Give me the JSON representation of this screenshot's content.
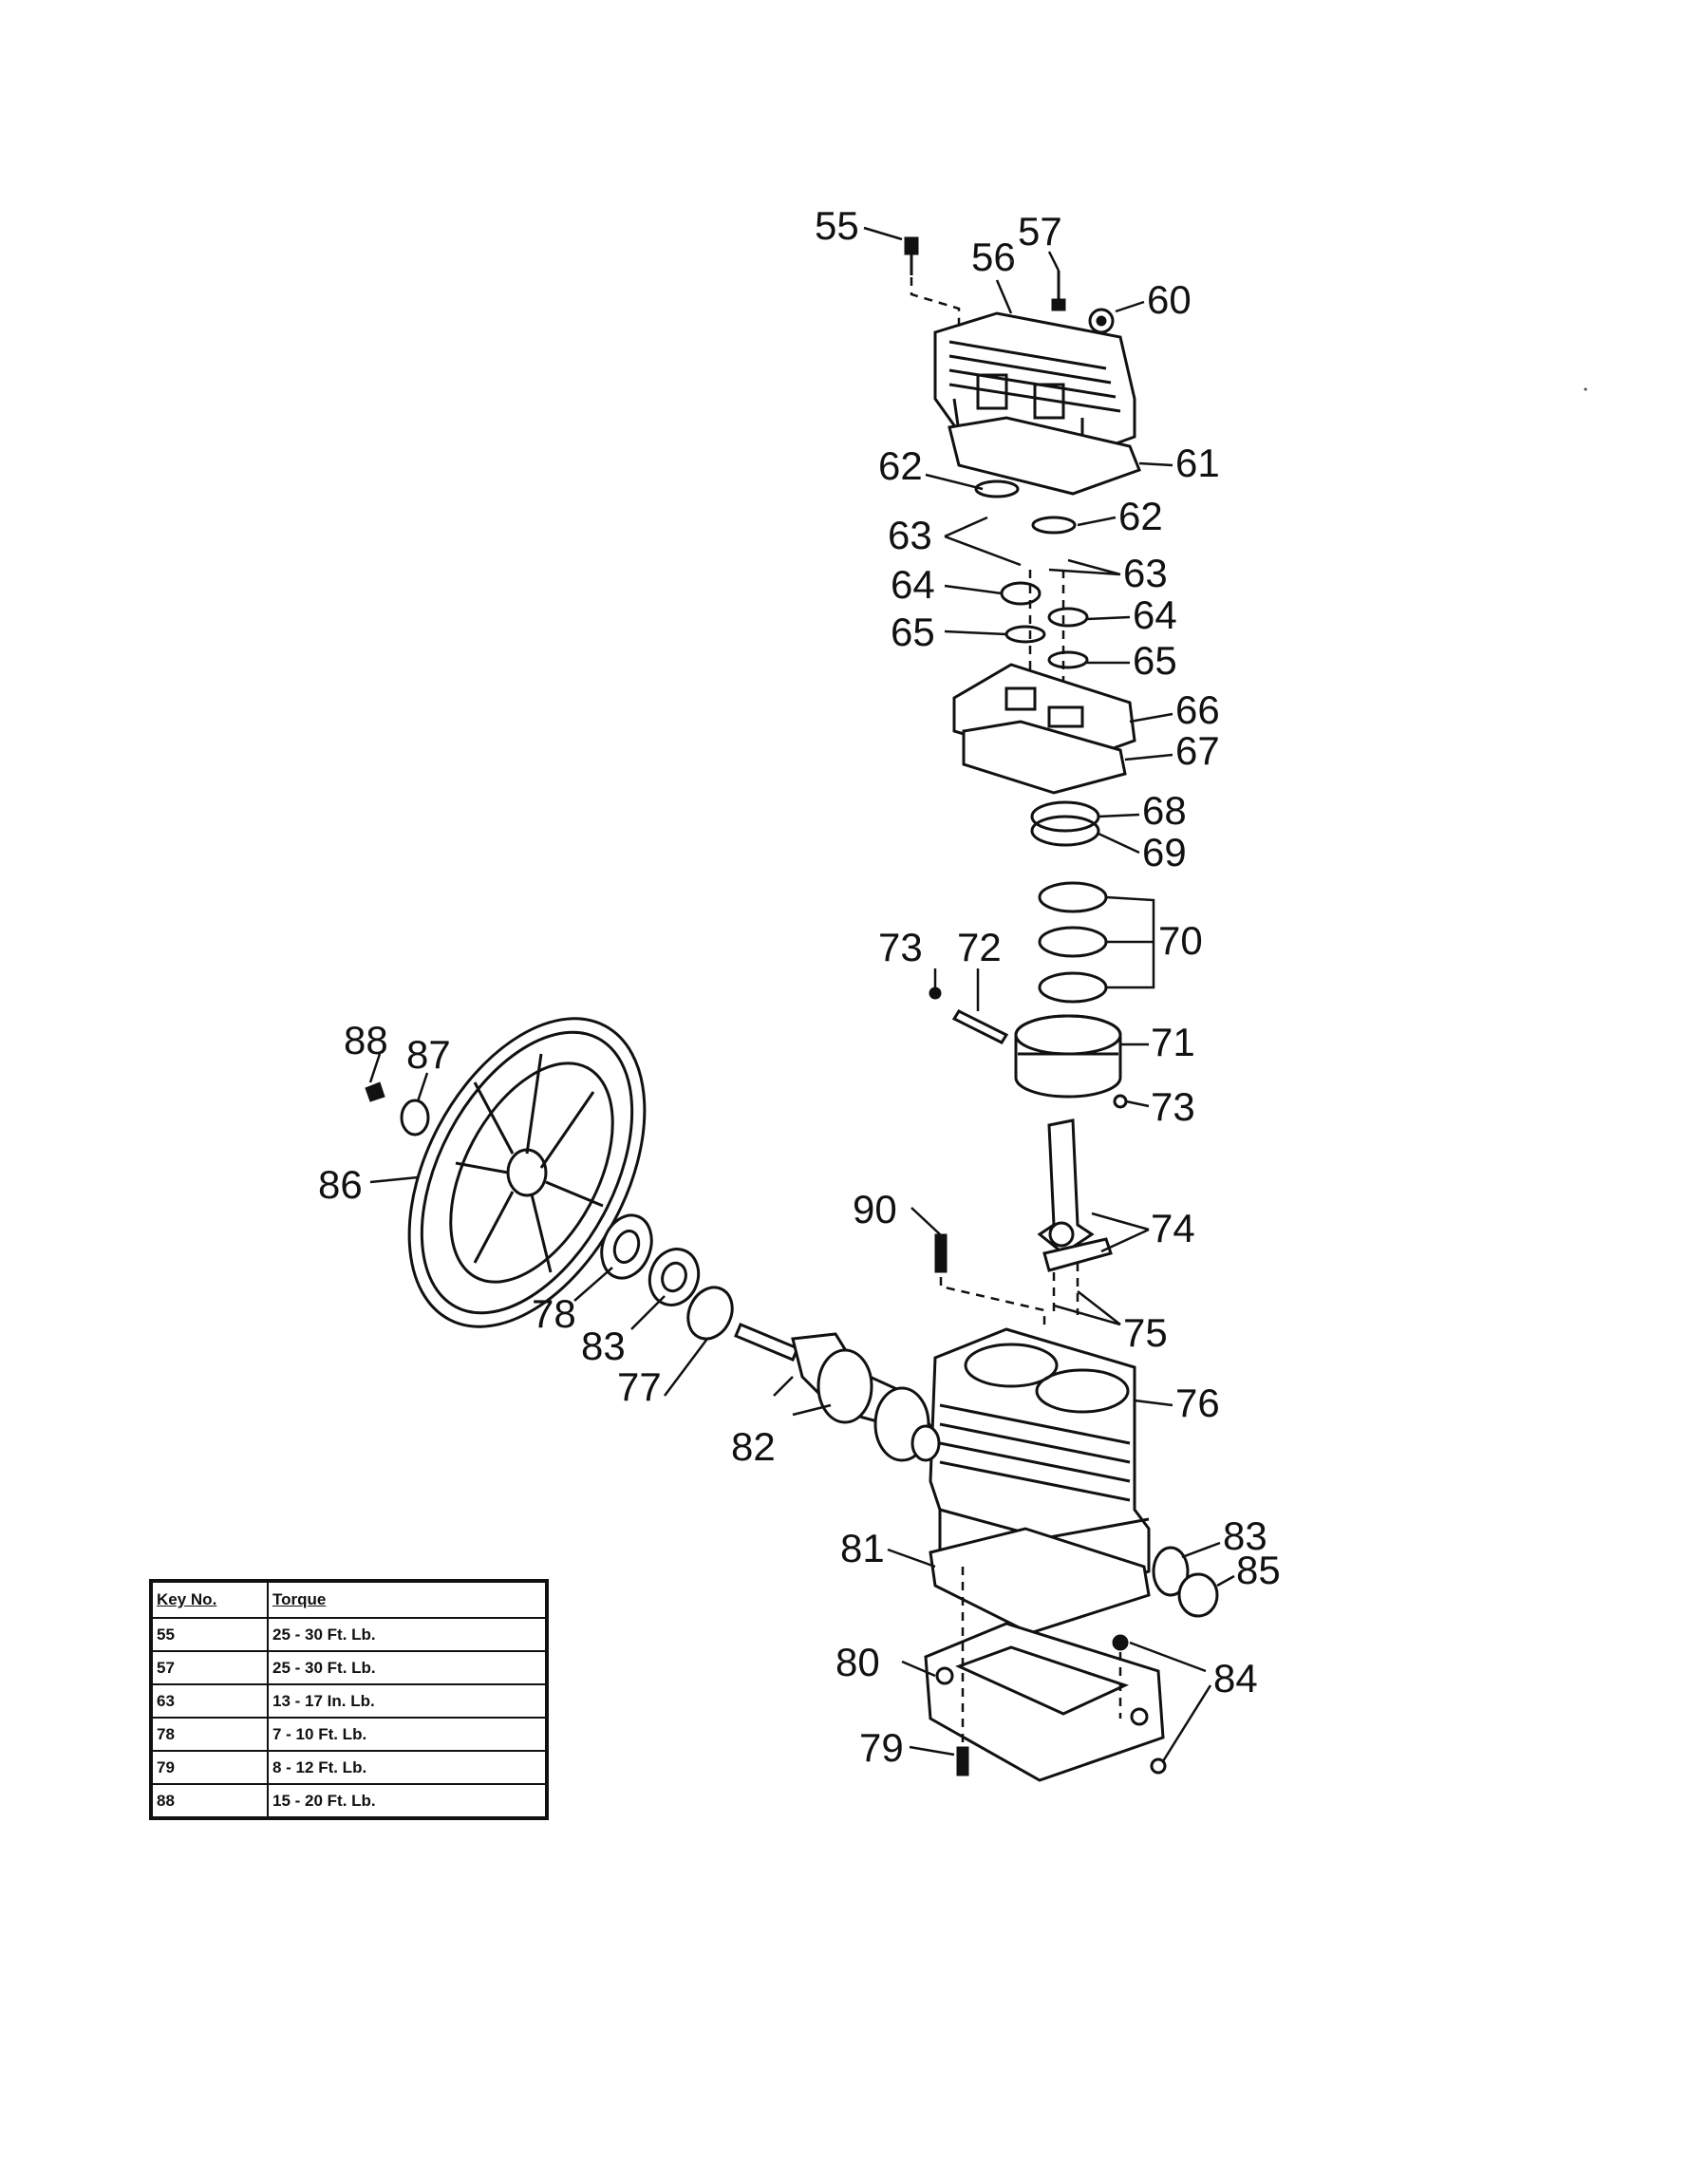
{
  "callouts": {
    "c55": "55",
    "c56": "56",
    "c57": "57",
    "c60": "60",
    "c61": "61",
    "c62a": "62",
    "c62b": "62",
    "c63a": "63",
    "c63b": "63",
    "c64a": "64",
    "c64b": "64",
    "c65a": "65",
    "c65b": "65",
    "c66": "66",
    "c67": "67",
    "c68": "68",
    "c69": "69",
    "c70": "70",
    "c71": "71",
    "c72": "72",
    "c73a": "73",
    "c73b": "73",
    "c74": "74",
    "c75": "75",
    "c76": "76",
    "c77": "77",
    "c78": "78",
    "c79": "79",
    "c80": "80",
    "c81": "81",
    "c82": "82",
    "c83a": "83",
    "c83b": "83",
    "c84": "84",
    "c85": "85",
    "c86": "86",
    "c87": "87",
    "c88": "88",
    "c90": "90"
  },
  "torque_table": {
    "header": {
      "key": "Key No.",
      "torque": "Torque"
    },
    "rows": [
      {
        "key": "55",
        "torque": "25 - 30 Ft. Lb."
      },
      {
        "key": "57",
        "torque": "25 - 30 Ft. Lb."
      },
      {
        "key": "63",
        "torque": "13 - 17 In. Lb."
      },
      {
        "key": "78",
        "torque": "7 - 10 Ft. Lb."
      },
      {
        "key": "79",
        "torque": "8 - 12 Ft. Lb."
      },
      {
        "key": "88",
        "torque": "15 - 20 Ft. Lb."
      }
    ]
  }
}
